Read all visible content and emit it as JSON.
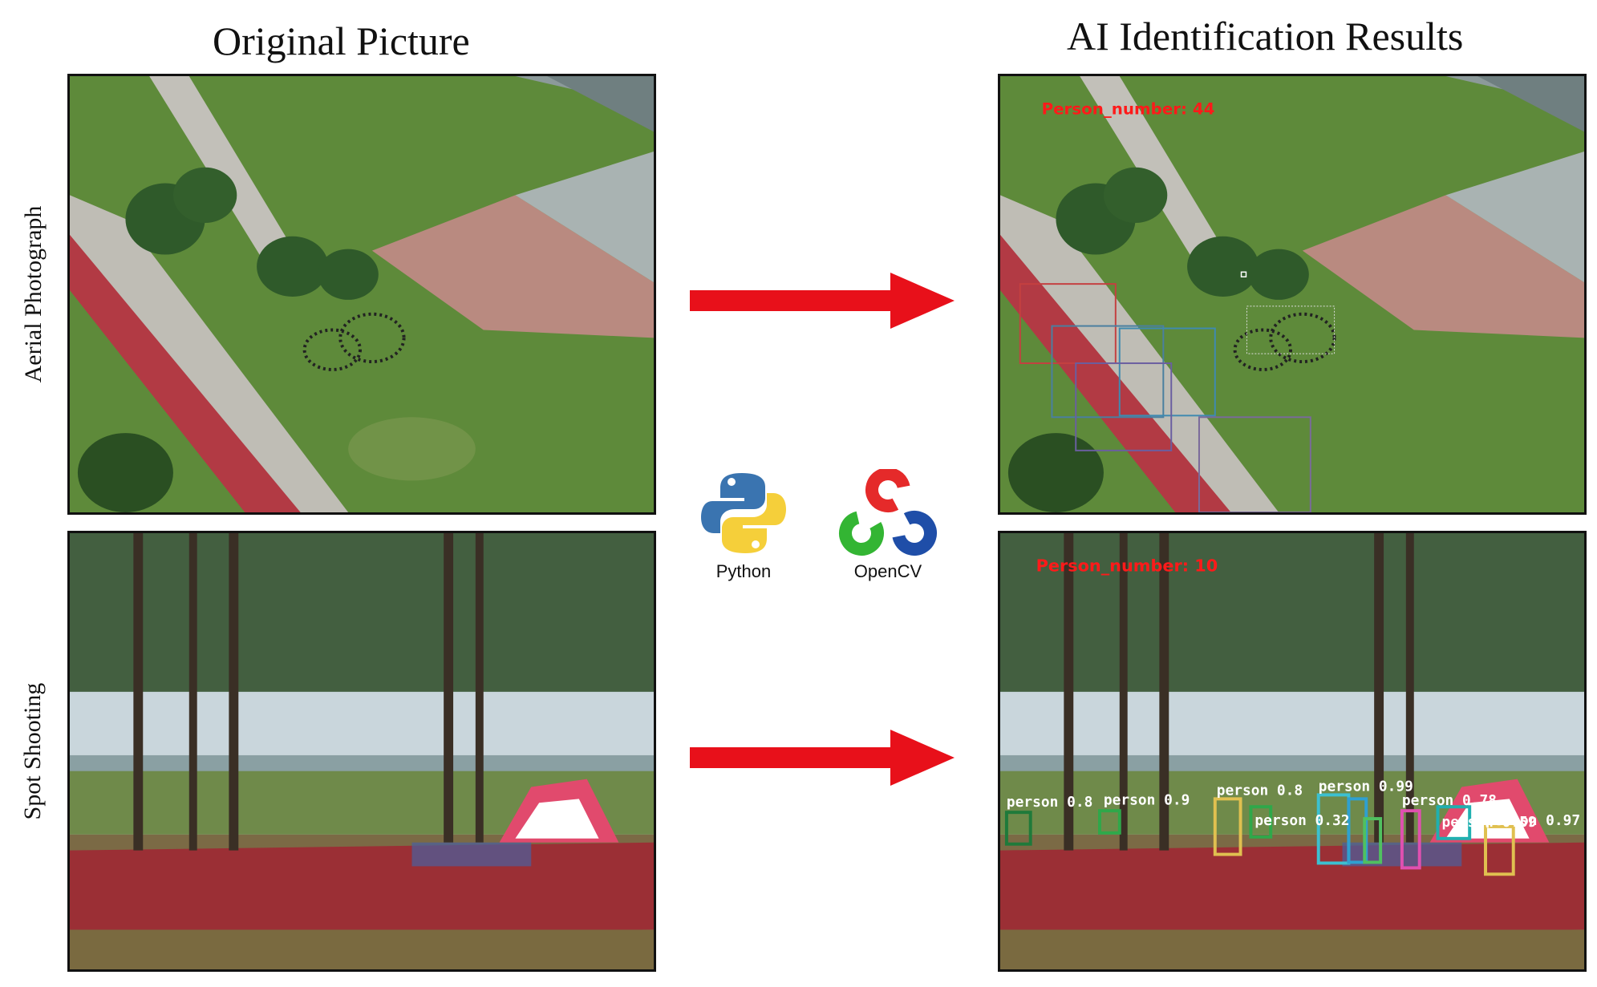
{
  "headers": {
    "original": "Original Picture",
    "results": "AI Identification Results"
  },
  "rows": {
    "aerial": "Aerial Photograph",
    "spot": "Spot Shooting"
  },
  "logos": {
    "python": "Python",
    "opencv": "OpenCV"
  },
  "results": {
    "aerial_count": "Person_number: 44",
    "spot_count": "Person_number: 10",
    "spot_detections": [
      "person 0.8",
      "person 0.9",
      "person 0.8",
      "person 0.99",
      "person 0.32",
      "person 0.78",
      "person 0.59",
      "person 0.97"
    ]
  },
  "colors": {
    "arrow": "#e8101a",
    "count_text": "#ff1a1a",
    "track": "#b23a44",
    "grass": "#5e8a3a",
    "plaza": "#b98a80"
  }
}
